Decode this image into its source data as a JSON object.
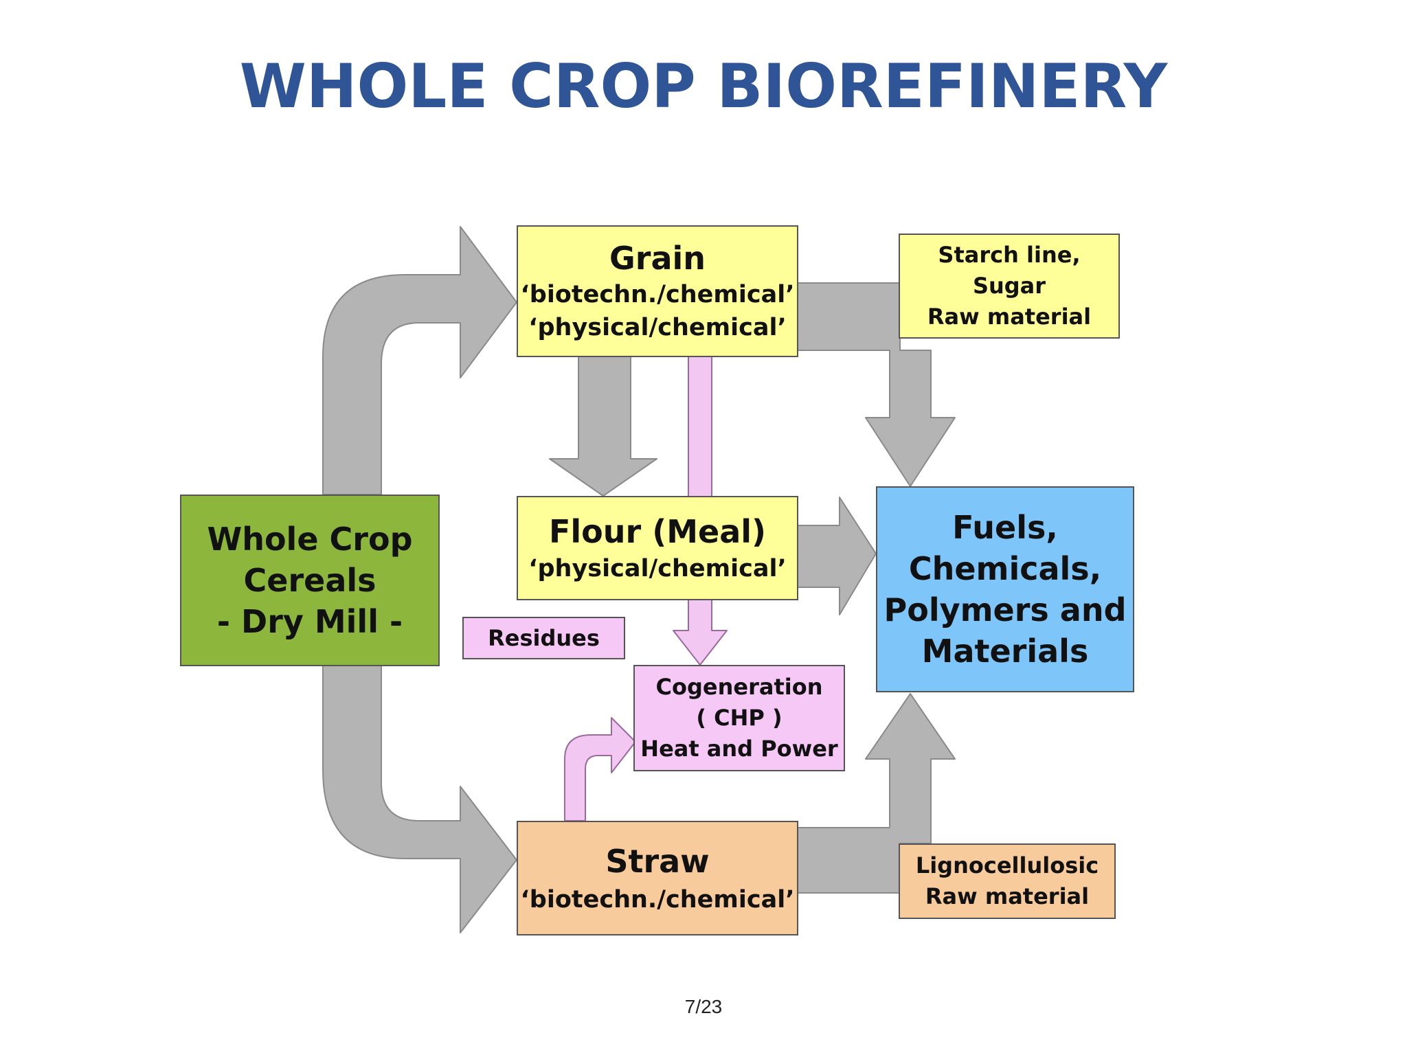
{
  "slide": {
    "title": "WHOLE CROP BIOREFINERY",
    "page_number": "7/23"
  },
  "colors": {
    "title": "#2f5597",
    "arrow_grey": "#b4b4b4",
    "arrow_pink": "#f2c7f2",
    "green": "#8cb63c",
    "yellow": "#ffff99",
    "peach": "#f8cb9c",
    "blue": "#7ec5f9",
    "pink": "#f6c8f6"
  },
  "diagram": {
    "whole_crop": {
      "line1": "Whole Crop",
      "line2": "Cereals",
      "line3": "- Dry Mill -"
    },
    "grain": {
      "title": "Grain",
      "line1": "‘biotechn./chemical’",
      "line2": "‘physical/chemical’"
    },
    "starch": {
      "line1": "Starch line,",
      "line2": "Sugar",
      "line3": "Raw material"
    },
    "flour": {
      "title": "Flour (Meal)",
      "line1": "‘physical/chemical’"
    },
    "fuels": {
      "line1": "Fuels,",
      "line2": "Chemicals,",
      "line3": "Polymers and",
      "line4": "Materials"
    },
    "residues": {
      "label": "Residues"
    },
    "cogeneration": {
      "line1": "Cogeneration",
      "line2": "( CHP )",
      "line3": "Heat and Power"
    },
    "straw": {
      "title": "Straw",
      "line1": "‘biotechn./chemical’"
    },
    "ligno": {
      "line1": "Lignocellulosic",
      "line2": "Raw material"
    }
  }
}
